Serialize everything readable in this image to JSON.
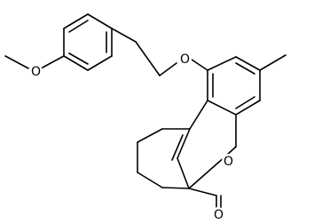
{
  "molecule": {
    "atoms": {
      "o_methoxy": "O",
      "o_ether": "O",
      "o_ring": "O",
      "o_carbonyl": "O"
    }
  }
}
